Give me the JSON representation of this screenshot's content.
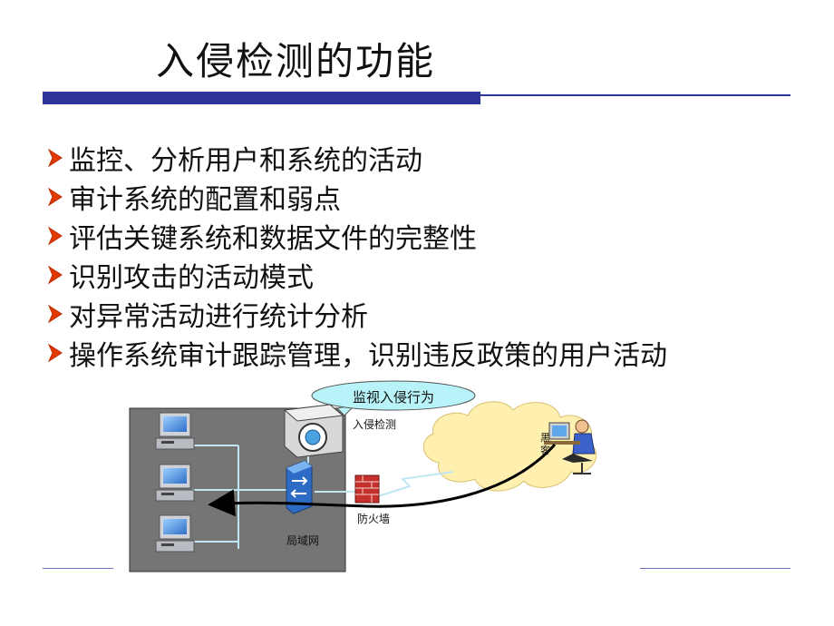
{
  "slide": {
    "title": "入侵检测的功能",
    "bullets": [
      "监控、分析用户和系统的活动",
      "审计系统的配置和弱点",
      "评估关键系统和数据文件的完整性",
      "识别攻击的活动模式",
      "对异常活动进行统计分析",
      "操作系统审计跟踪管理，识别违反政策的用户活动"
    ]
  },
  "diagram": {
    "callout": "监视入侵行为",
    "ids_label": "入侵检测",
    "firewall_label": "防火墙",
    "lan_label": "局域网",
    "hacker_label_line1": "黑",
    "hacker_label_line2": "客"
  },
  "colors": {
    "title_rule": "#2f3699",
    "bullet_arrow": "#e03a00",
    "lan_background": "#757575",
    "callout_fill": "#b7f3f8",
    "cloud_fill": "#fff0b0",
    "firewall": "#c4302b",
    "switch": "#3c7fd6"
  }
}
